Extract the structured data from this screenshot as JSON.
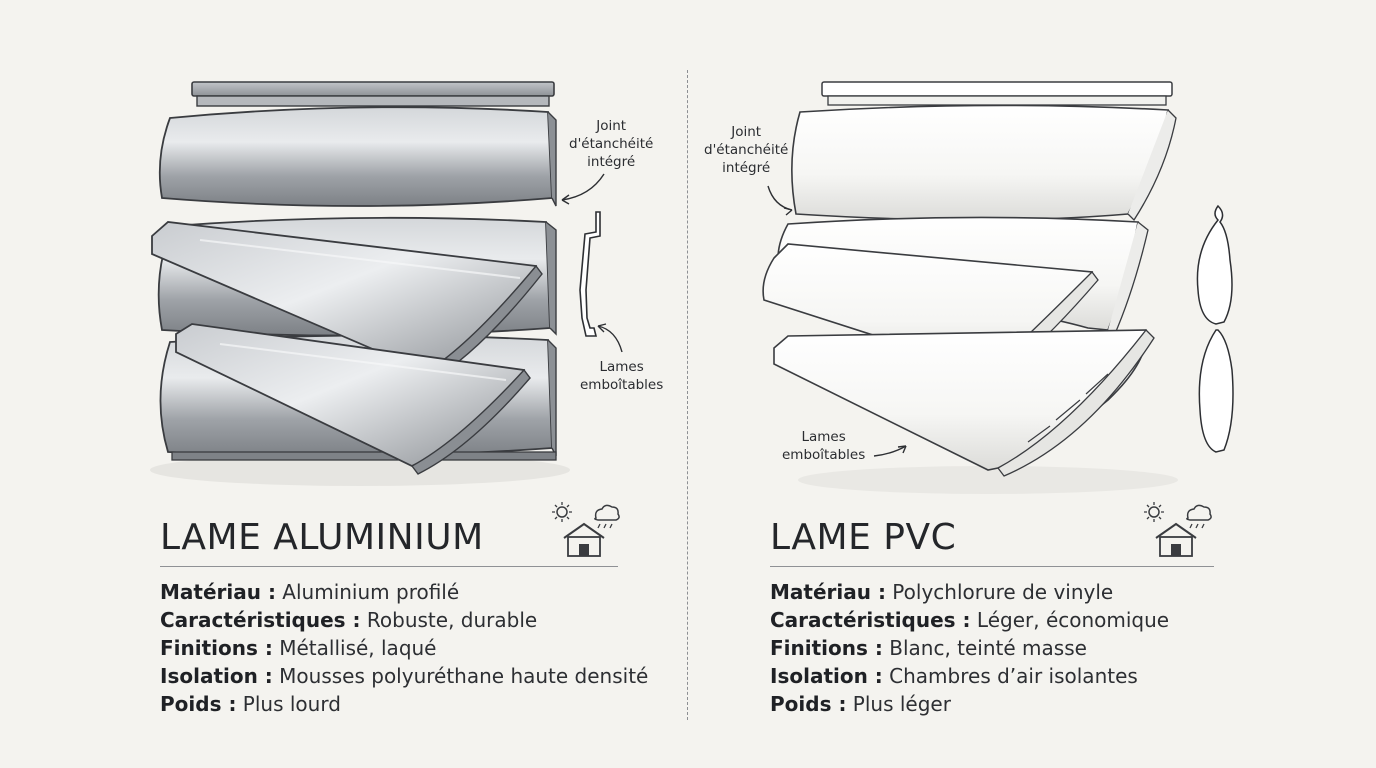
{
  "aluminium": {
    "title": "LAME ALUMINIUM",
    "callout_joint": [
      "Joint",
      "d'étanchéité",
      "intégré"
    ],
    "callout_lames": [
      "Lames",
      "emboîtables"
    ],
    "specs": [
      {
        "label": "Matériau :",
        "value": "Aluminium profilé"
      },
      {
        "label": "Caractéristiques :",
        "value": "Robuste, durable"
      },
      {
        "label": "Finitions :",
        "value": "Métallisé, laqué"
      },
      {
        "label": "Isolation :",
        "value": "Mousses polyuréthane haute densité"
      },
      {
        "label": "Poids :",
        "value": "Plus lourd"
      }
    ]
  },
  "pvc": {
    "title": "LAME PVC",
    "callout_joint": [
      "Joint",
      "d'étanchéité",
      "intégré"
    ],
    "callout_lames": [
      "Lames",
      "emboîtables"
    ],
    "specs": [
      {
        "label": "Matériau :",
        "value": "Polychlorure de vinyle"
      },
      {
        "label": "Caractéristiques :",
        "value": "Léger, économique"
      },
      {
        "label": "Finitions :",
        "value": "Blanc, teinté masse"
      },
      {
        "label": "Isolation :",
        "value": "Chambres d’air isolantes"
      },
      {
        "label": "Poids :",
        "value": "Plus léger"
      }
    ]
  },
  "icons": {
    "weather": "sun-cloud-rain-house-icon"
  },
  "colors": {
    "background": "#f4f3ef",
    "aluminium_metal": "#a9adb2",
    "pvc_white": "#fbfbf9",
    "outline": "#3a3c40"
  }
}
